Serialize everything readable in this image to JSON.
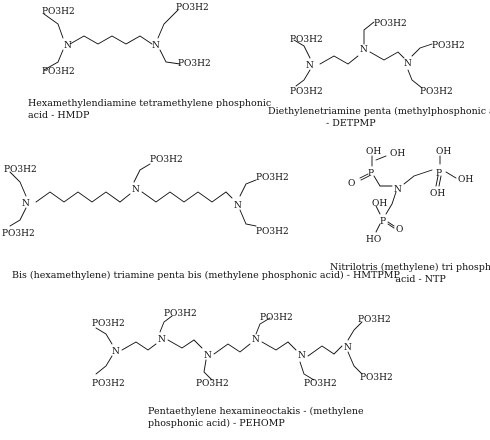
{
  "labels": {
    "group": "PO3H2",
    "n": "N",
    "p": "P",
    "oh": "OH",
    "o": "O",
    "ho": "HO"
  },
  "captions": {
    "hmdp": [
      "Hexamethylendiamine tetramethylene phosphonic",
      "acid - HMDP"
    ],
    "detpmp": [
      "Diethylenetriamine penta (methylphosphonic acid)",
      "- DETPMP"
    ],
    "ntp": [
      "Nitrilotris (methylene) tri phosphonic",
      "acid - NTP"
    ],
    "hmtpmp": [
      "Bis (hexamethylene) triamine penta bis (methylene phosphonic acid) - HMTPMP"
    ],
    "pehomp": [
      "Pentaethylene hexamineoctakis - (methylene",
      "phosphonic acid) - PEHOMP"
    ]
  }
}
